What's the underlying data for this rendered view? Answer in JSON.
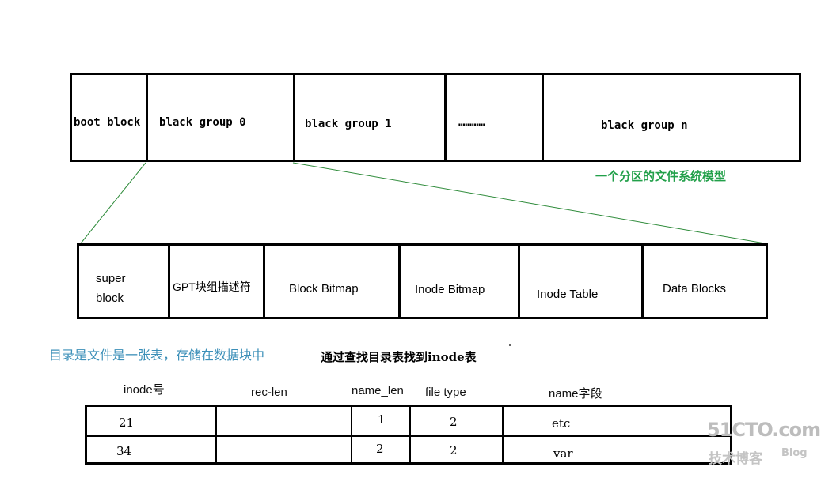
{
  "partition": {
    "cells": [
      "boot block",
      "black group 0",
      "black group 1",
      "…………",
      "black group n"
    ],
    "caption": "一个分区的文件系统模型"
  },
  "group": {
    "cells": [
      "super block",
      "GPT块组描述符",
      "Block Bitmap",
      "Inode Bitmap",
      "Inode Table",
      "Data Blocks"
    ],
    "super_line1": "super",
    "super_line2": "block"
  },
  "notes": {
    "left": "目录是文件是一张表，存储在数据块中",
    "center": "通过查找目录表找到inode表"
  },
  "dir_table": {
    "headers": [
      "inode号",
      "rec-len",
      "name_len",
      "file type",
      "name字段"
    ],
    "rows": [
      [
        "21",
        "",
        "1",
        "2",
        "etc"
      ],
      [
        "34",
        "",
        "2",
        "2",
        "var"
      ]
    ]
  },
  "watermark": {
    "main": "51CTO.com",
    "sub": "技术博客",
    "blog": "Blog"
  },
  "colors": {
    "connector_line": "#2e8b3a",
    "caption_green": "#22a04a",
    "note_blue": "#3b8fb8"
  }
}
